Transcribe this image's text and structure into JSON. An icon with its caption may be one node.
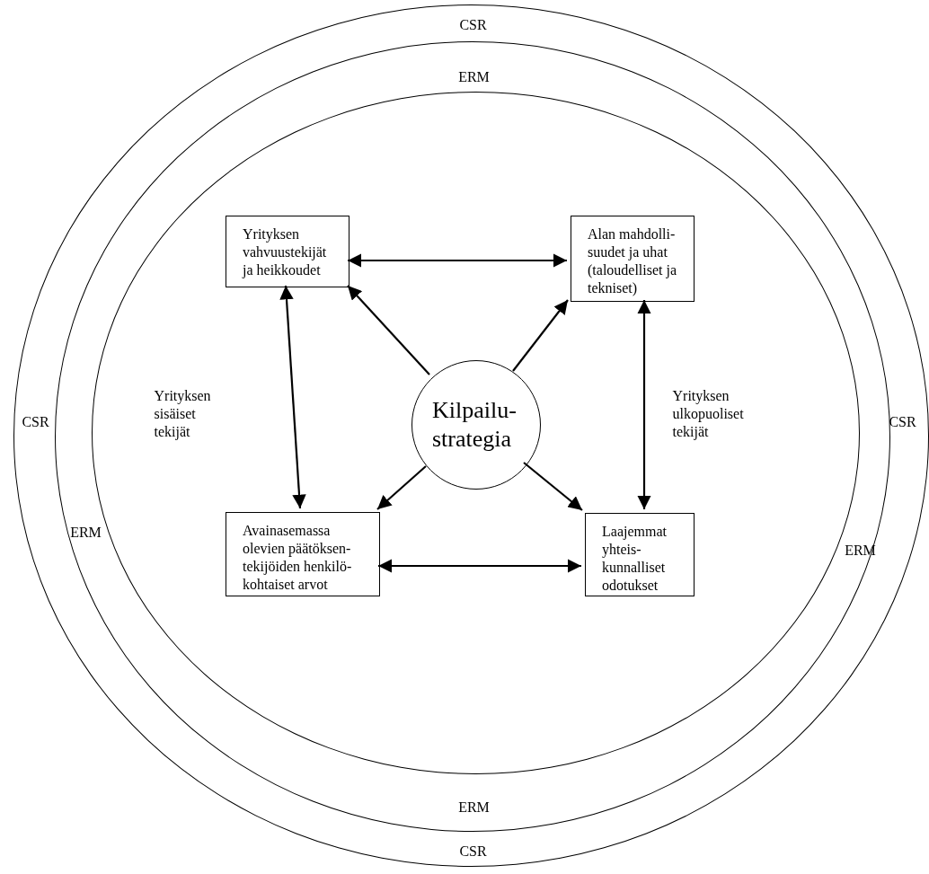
{
  "diagram": {
    "nodes": [
      {
        "text": [
          "CSR",
          "CSR",
          "CSR",
          "CSR"
        ]
      },
      {
        "text": [
          "ERM",
          "ERM",
          "ERM",
          "ERM"
        ],
        "in": 0
      },
      {
        "text": [
          "Yrityksen sisäiset tekijät",
          "Yrityksen ulkopuoliset tekijät"
        ],
        "in": 1
      },
      {
        "text": [
          "Yrityksen vahvuustekijät ja heikkoudet"
        ],
        "in": 2
      },
      {
        "text": [
          "Alan mahdolli- suudet ja uhat (taloudelliset ja tekniset)"
        ],
        "in": 2
      },
      {
        "text": [
          "Kilpailu- strategia"
        ],
        "in": 2
      },
      {
        "text": [
          "Avainasemassa olevien päätöksen- tekijöiden henkilö- kohtaiset arvot"
        ],
        "in": 2
      },
      {
        "text": [
          "Laajemmat yhteis- kunnalliset odotukset"
        ],
        "in": 2
      }
    ],
    "edges": [
      {
        "from": 3,
        "to": 4,
        "arrow": "both"
      },
      {
        "from": 3,
        "to": 6,
        "arrow": "both"
      },
      {
        "from": 4,
        "to": 7,
        "arrow": "both"
      },
      {
        "from": 5,
        "to": 3,
        "arrow": "to"
      },
      {
        "from": 5,
        "to": 4,
        "arrow": "to"
      },
      {
        "from": 5,
        "to": 6,
        "arrow": "to"
      },
      {
        "from": 5,
        "to": 7,
        "arrow": "to"
      },
      {
        "from": 6,
        "to": 7,
        "arrow": "both"
      }
    ]
  }
}
